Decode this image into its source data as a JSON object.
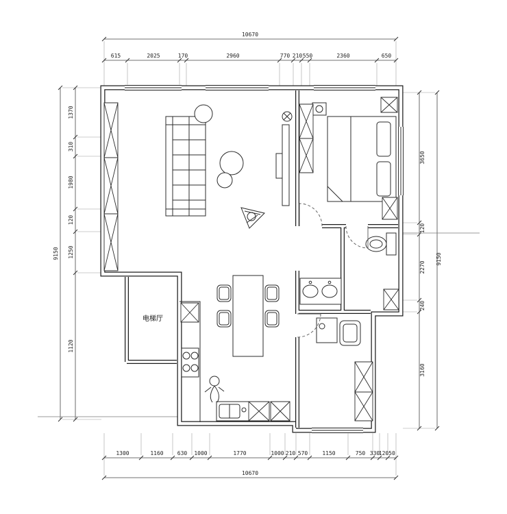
{
  "plan": {
    "rooms": {
      "elevator_hall_label": "电梯厅"
    },
    "dimensions": {
      "top": {
        "total": "10670",
        "segments": [
          "615",
          "2025",
          "170",
          "2960",
          "770",
          "210",
          "550",
          "2360",
          "650"
        ]
      },
      "bottom": {
        "total": "10670",
        "segments": [
          "1300",
          "1160",
          "630",
          "1000",
          "1770",
          "1000",
          "210",
          "570",
          "1150",
          "750",
          "330",
          "120",
          "50"
        ]
      },
      "left": {
        "total": "9150",
        "segments": [
          "1370",
          "310",
          "1980",
          "120",
          "1250",
          "1120"
        ]
      },
      "right": {
        "total": "9150",
        "segments": [
          "3650",
          "120",
          "2270",
          "240",
          "3160"
        ]
      }
    },
    "colors": {
      "wall": "#1c1c1c",
      "dimension": "#333333",
      "background": "#ffffff"
    }
  }
}
